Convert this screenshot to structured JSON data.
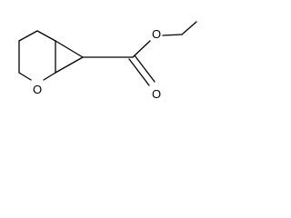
{
  "molecule": {
    "atoms": [
      {
        "id": "ring_oxygen",
        "label": "O"
      },
      {
        "id": "carbonyl_oxygen",
        "label": "O"
      },
      {
        "id": "ester_oxygen",
        "label": "O"
      }
    ]
  }
}
